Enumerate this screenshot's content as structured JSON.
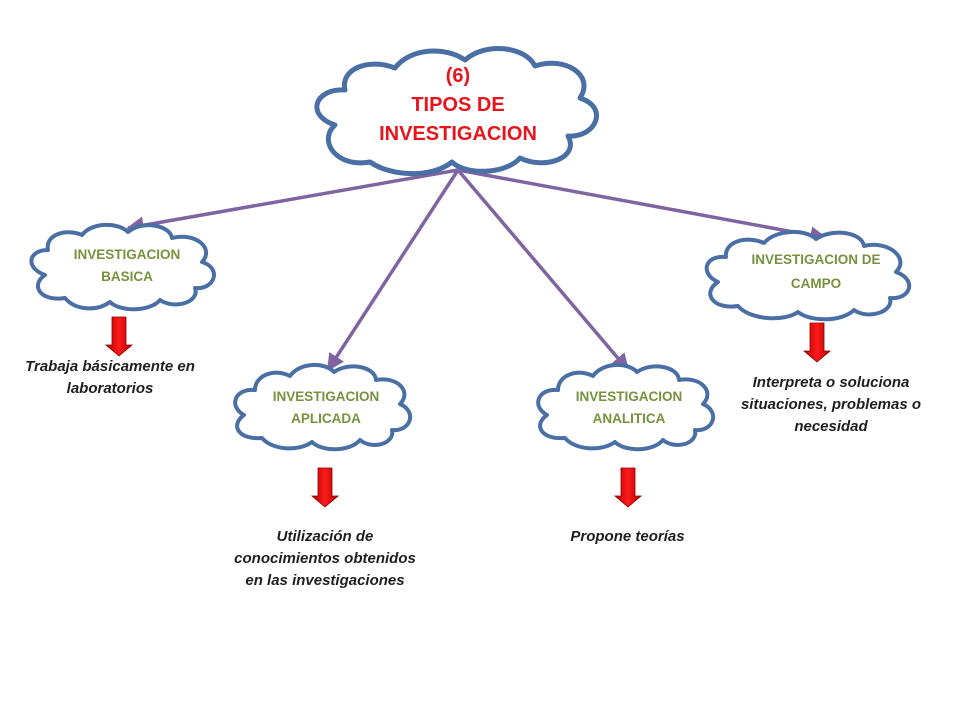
{
  "root": {
    "number": "(6)",
    "line1": "TIPOS DE",
    "line2": "INVESTIGACION"
  },
  "nodes": [
    {
      "id": "basica",
      "line1": "INVESTIGACION",
      "line2": "BASICA",
      "description": "Trabaja básicamente en laboratorios"
    },
    {
      "id": "aplicada",
      "line1": "INVESTIGACION",
      "line2": "APLICADA",
      "description": "Utilización de conocimientos obtenidos en las investigaciones"
    },
    {
      "id": "analitica",
      "line1": "INVESTIGACION",
      "line2": "ANALITICA",
      "description": "Propone teorías"
    },
    {
      "id": "campo",
      "line1": "INVESTIGACION DE",
      "line2": "CAMPO",
      "description": "Interpreta o soluciona situaciones, problemas o necesidad"
    }
  ],
  "colors": {
    "cloud_fill": "#ffffff",
    "cloud_stroke": "#4a6fa5",
    "connector": "#8064a2",
    "down_arrow": "#e8141c",
    "main_text": "#e8141c",
    "node_text": "#76923c"
  }
}
